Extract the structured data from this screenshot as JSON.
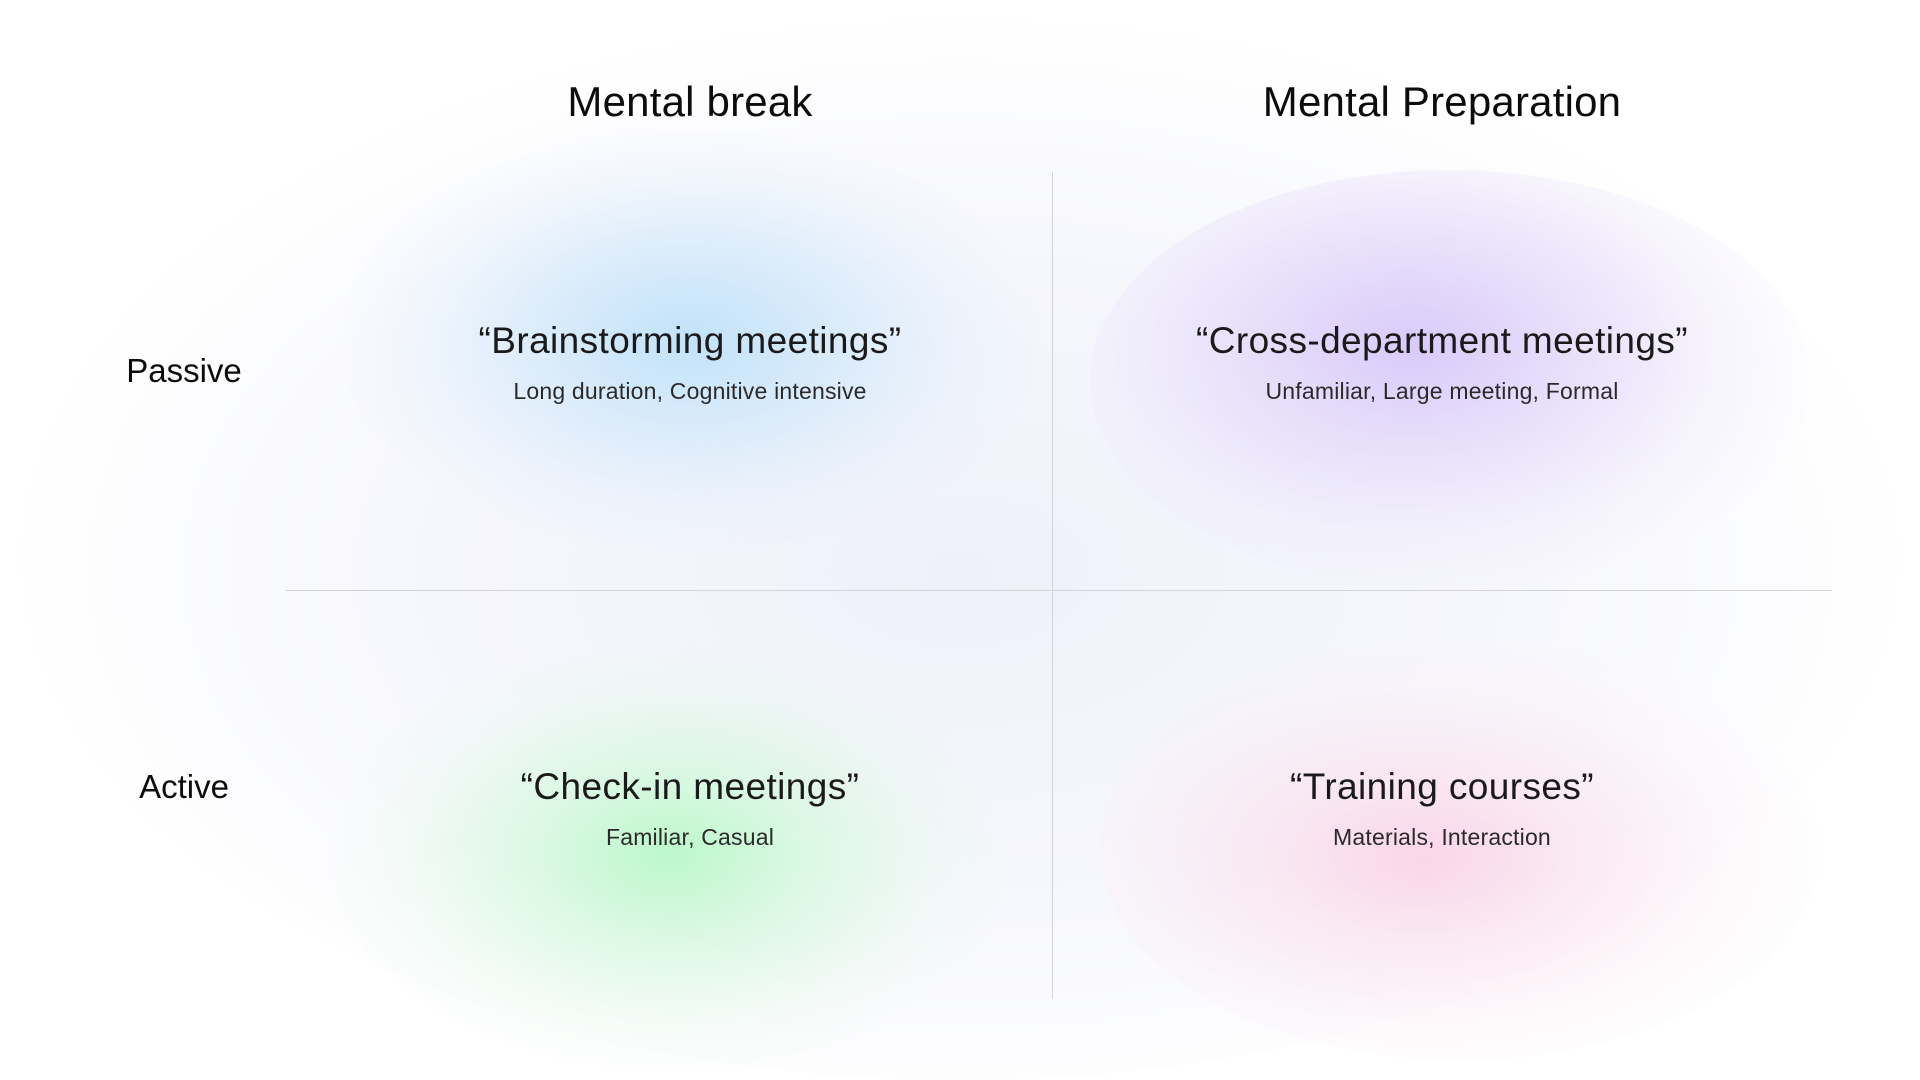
{
  "columns": {
    "left": "Mental break",
    "right": "Mental Preparation"
  },
  "rows": {
    "top": "Passive",
    "bottom": "Active"
  },
  "quadrants": {
    "top_left": {
      "title": "“Brainstorming meetings”",
      "subtitle": "Long duration, Cognitive intensive",
      "glow_color": "#c4e3fa"
    },
    "top_right": {
      "title": "“Cross-department meetings”",
      "subtitle": "Unfamiliar, Large meeting, Formal",
      "glow_color": "#d9ccfa"
    },
    "bottom_left": {
      "title": "“Check-in meetings”",
      "subtitle": "Familiar, Casual",
      "glow_color": "#bff8cc"
    },
    "bottom_right": {
      "title": "“Training courses”",
      "subtitle": "Materials, Interaction",
      "glow_color": "#fad4e6"
    }
  },
  "colors": {
    "divider": "#d4d4d8",
    "text": "#141414",
    "background": "#ffffff"
  }
}
